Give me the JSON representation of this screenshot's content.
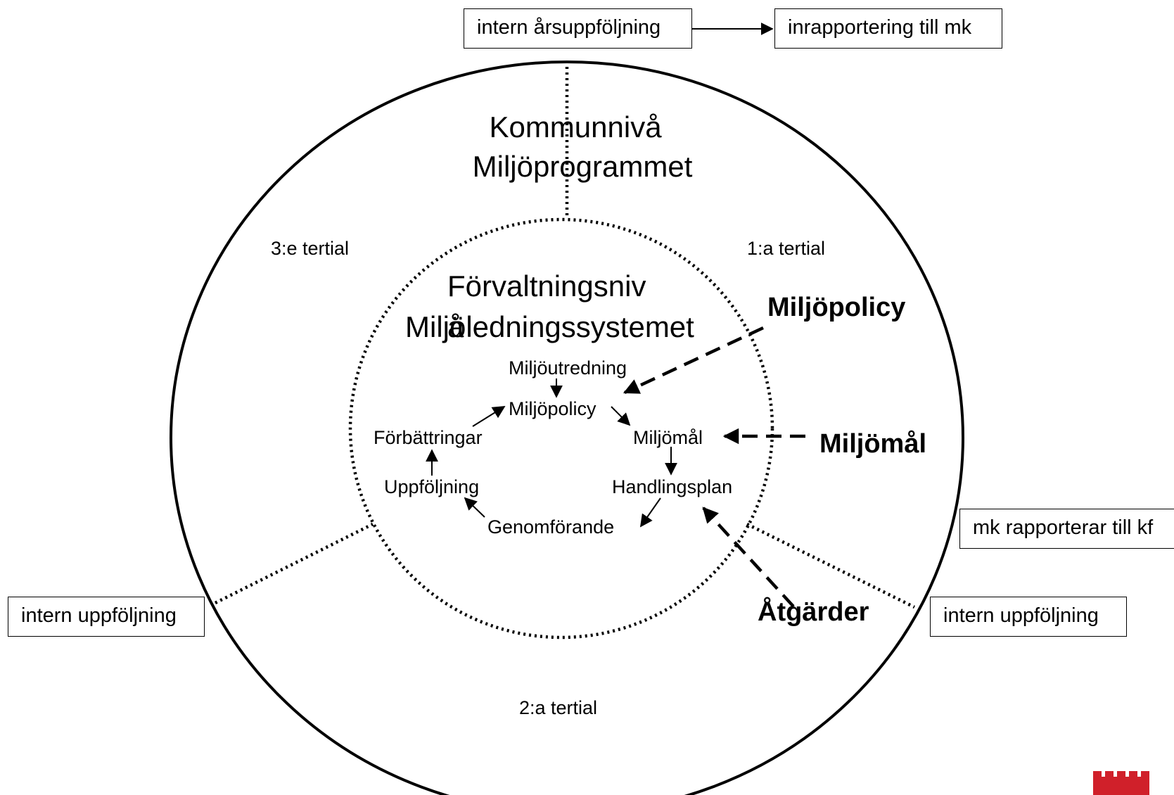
{
  "boxes": {
    "intern_arsuppfoljning": "intern årsuppföljning",
    "inrapportering": "inrapportering till mk",
    "mk_rapporterar": "mk rapporterar till kf",
    "intern_uppfoljning_left": "intern uppföljning",
    "intern_uppfoljning_right": "intern uppföljning"
  },
  "outer_circle": {
    "title_line1": "Kommunnivå",
    "title_line2": "Miljöprogrammet",
    "tertial_1": "1:a tertial",
    "tertial_2": "2:a tertial",
    "tertial_3": "3:e tertial"
  },
  "inner_circle": {
    "title_line1": "Förvaltningsniv",
    "title_overlap": "å",
    "title_line2": "Miljöledningssystemet"
  },
  "cycle": {
    "miljoutredning": "Miljöutredning",
    "miljopolicy": "Miljöpolicy",
    "miljomal": "Miljömål",
    "handlingsplan": "Handlingsplan",
    "genomforande": "Genomförande",
    "uppfoljning": "Uppföljning",
    "forbattringar": "Förbättringar"
  },
  "external_inputs": {
    "miljopolicy": "Miljöpolicy",
    "miljomal": "Miljömål",
    "atgarder": "Åtgärder"
  },
  "colors": {
    "line": "#000000",
    "logo": "#d0202a"
  },
  "icons": {
    "logo": "castle-logo-icon"
  }
}
